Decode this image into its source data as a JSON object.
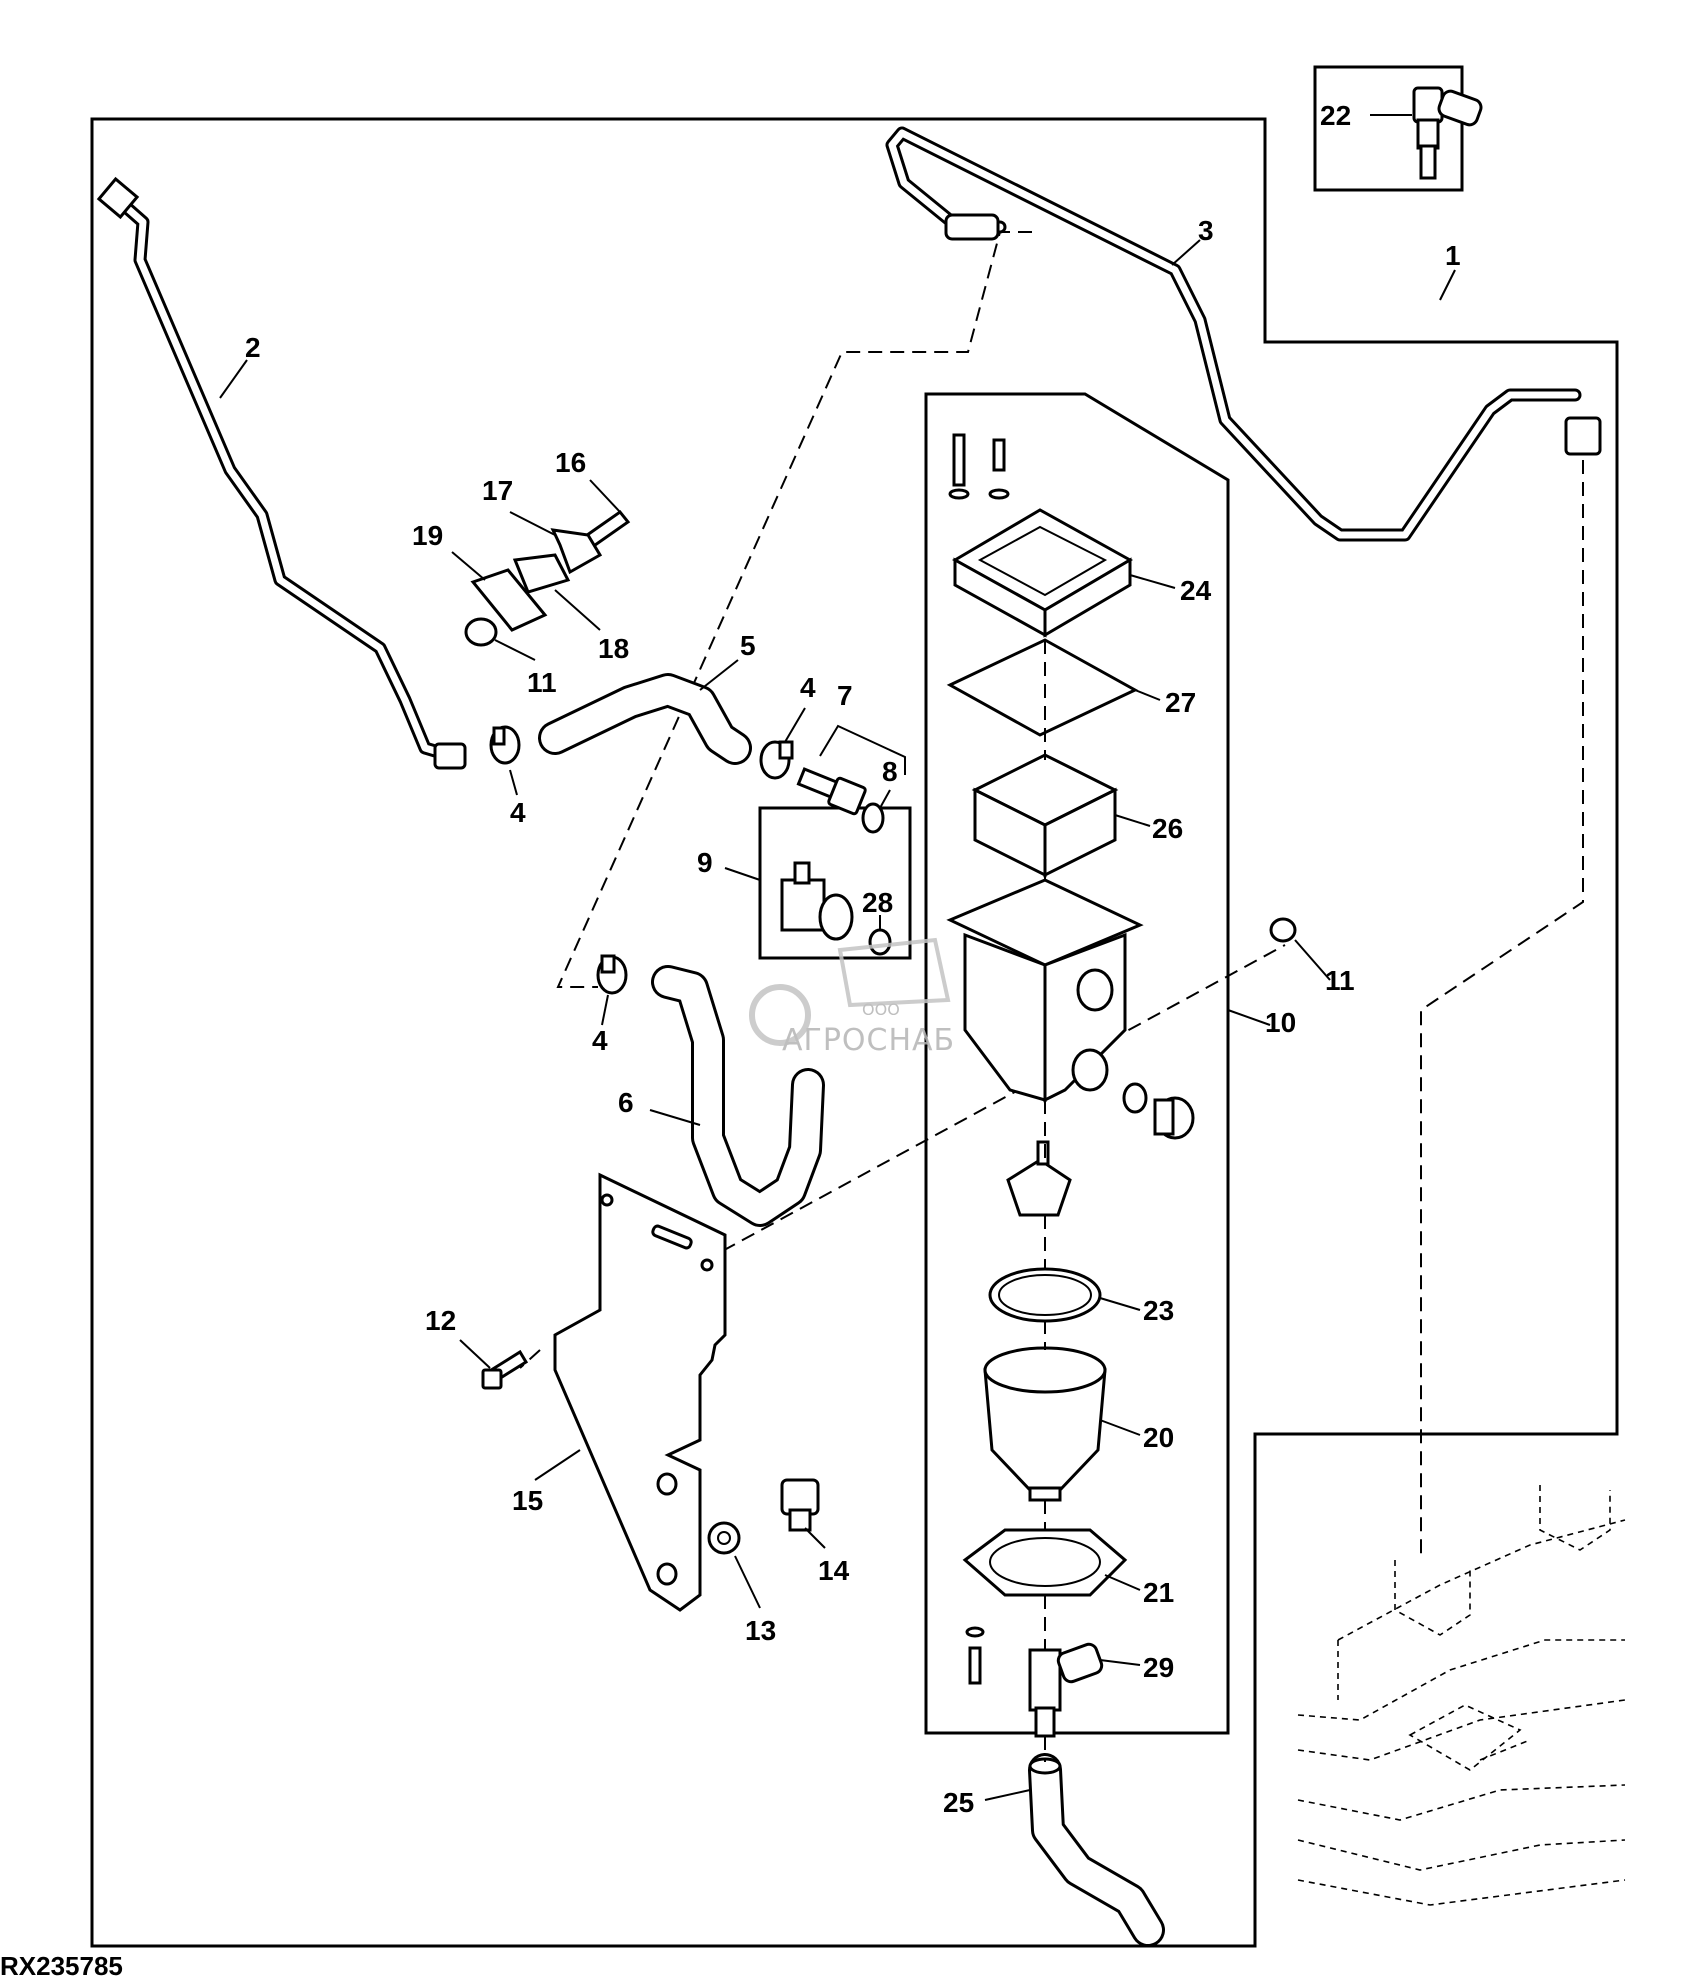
{
  "figure": {
    "reference": "RX235785",
    "watermark": {
      "prefix": "ООО",
      "name": "АГРОСНАБ"
    }
  },
  "callouts": [
    {
      "id": "1",
      "label": "1"
    },
    {
      "id": "2",
      "label": "2"
    },
    {
      "id": "3",
      "label": "3"
    },
    {
      "id": "4a",
      "label": "4"
    },
    {
      "id": "4b",
      "label": "4"
    },
    {
      "id": "4c",
      "label": "4"
    },
    {
      "id": "5",
      "label": "5"
    },
    {
      "id": "6",
      "label": "6"
    },
    {
      "id": "7",
      "label": "7"
    },
    {
      "id": "8",
      "label": "8"
    },
    {
      "id": "9",
      "label": "9"
    },
    {
      "id": "10",
      "label": "10"
    },
    {
      "id": "11a",
      "label": "11"
    },
    {
      "id": "11b",
      "label": "11"
    },
    {
      "id": "12",
      "label": "12"
    },
    {
      "id": "13",
      "label": "13"
    },
    {
      "id": "14",
      "label": "14"
    },
    {
      "id": "15",
      "label": "15"
    },
    {
      "id": "16",
      "label": "16"
    },
    {
      "id": "17",
      "label": "17"
    },
    {
      "id": "18",
      "label": "18"
    },
    {
      "id": "19",
      "label": "19"
    },
    {
      "id": "20",
      "label": "20"
    },
    {
      "id": "21",
      "label": "21"
    },
    {
      "id": "22",
      "label": "22"
    },
    {
      "id": "23",
      "label": "23"
    },
    {
      "id": "24",
      "label": "24"
    },
    {
      "id": "25",
      "label": "25"
    },
    {
      "id": "26",
      "label": "26"
    },
    {
      "id": "27",
      "label": "27"
    },
    {
      "id": "28",
      "label": "28"
    },
    {
      "id": "29",
      "label": "29"
    }
  ]
}
